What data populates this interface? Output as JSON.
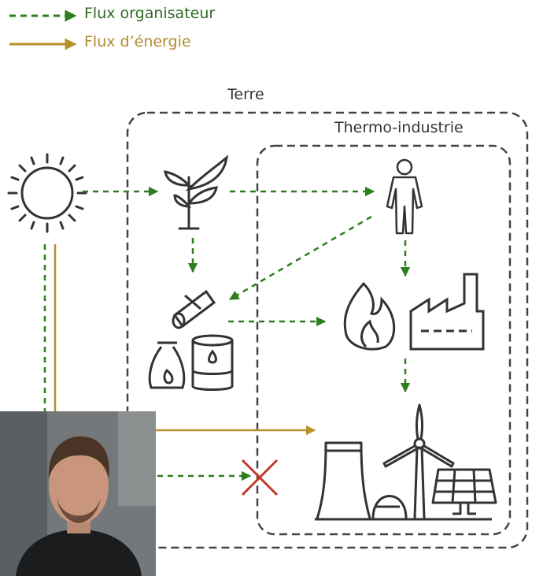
{
  "legend": {
    "organizer_flow": "Flux organisateur",
    "energy_flow": "Flux d’énergie"
  },
  "boxes": {
    "earth": "Terre",
    "thermo_industry": "Thermo-industrie"
  },
  "colors": {
    "organizer": "#2f7d1e",
    "energy": "#b8912a",
    "outline": "#444444",
    "blocked": "#c0392b"
  }
}
